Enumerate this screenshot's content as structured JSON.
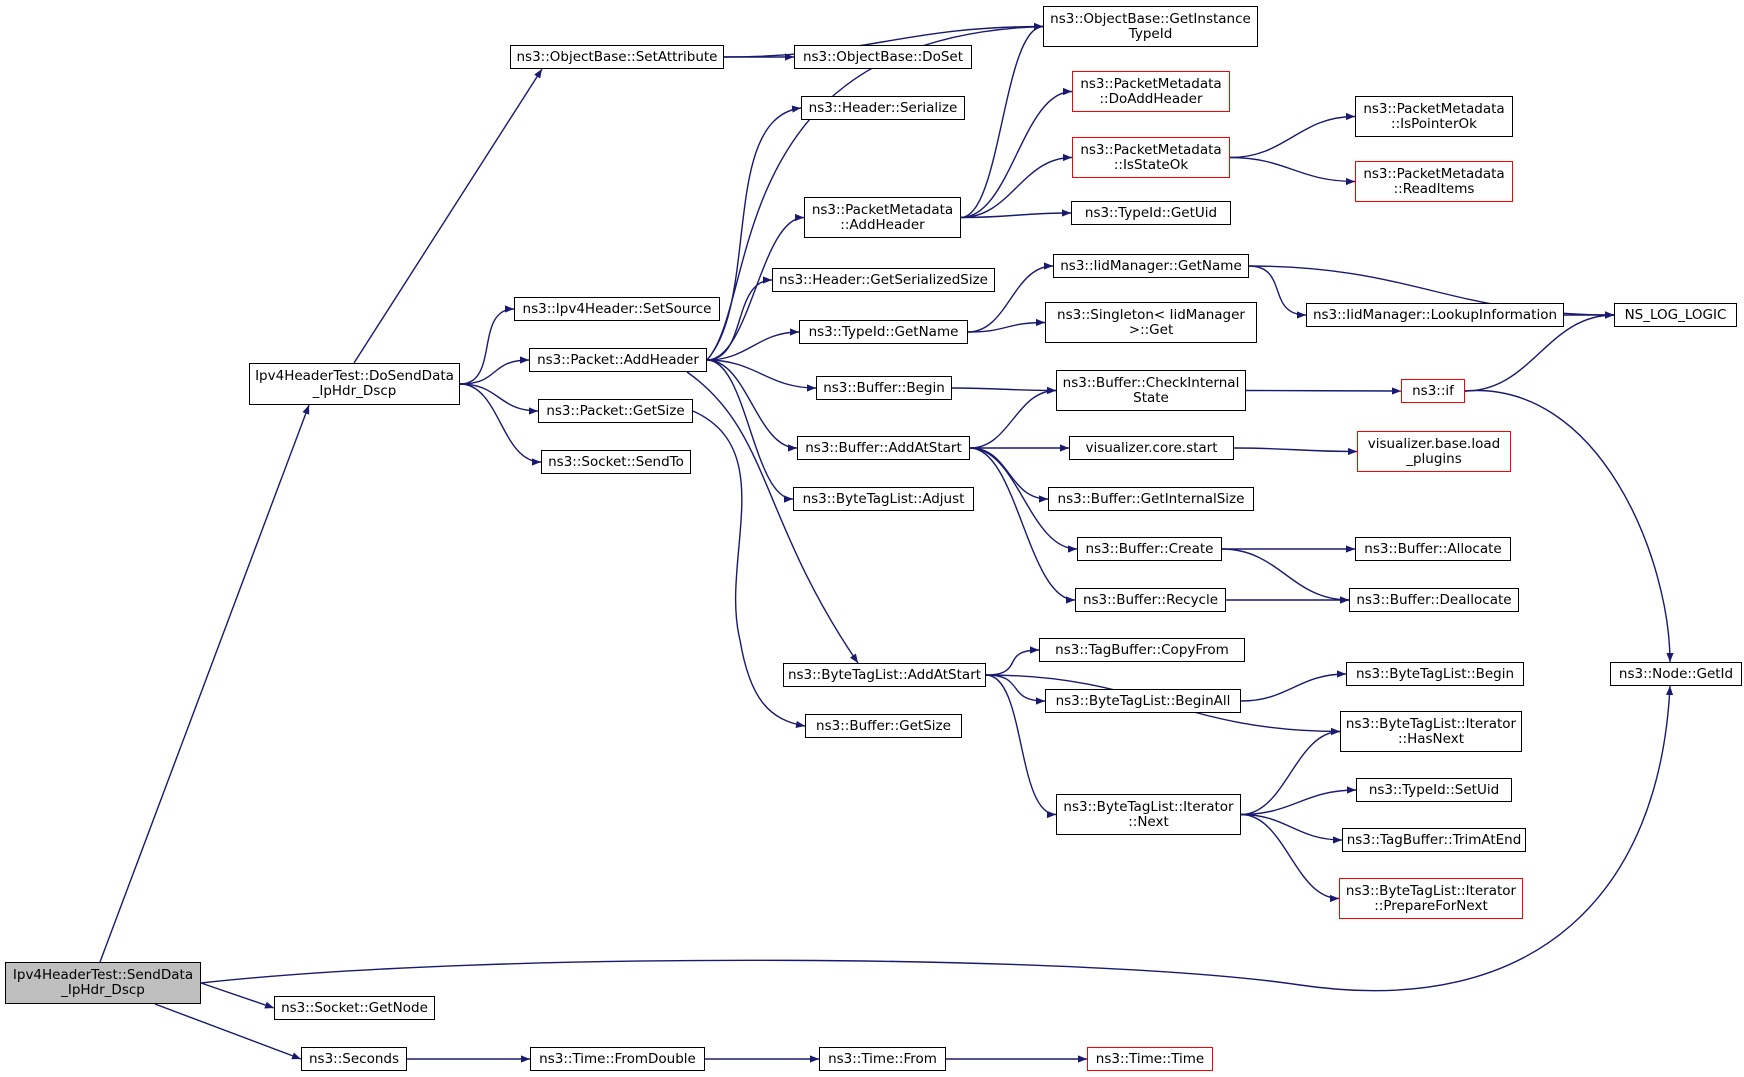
{
  "colors": {
    "edge": "#191970",
    "truncated_border": "#ff0000",
    "normal_border": "#000000",
    "root_fill": "#bfbfbf"
  },
  "nodes": {
    "root": "Ipv4HeaderTest::SendData\n_IpHdr_Dscp",
    "dosend": "Ipv4HeaderTest::DoSendData\n_IpHdr_Dscp",
    "setattr": "ns3::ObjectBase::SetAttribute",
    "getinst": "ns3::ObjectBase::GetInstance\nTypeId",
    "doset": "ns3::ObjectBase::DoSet",
    "setsource": "ns3::Ipv4Header::SetSource",
    "addheader": "ns3::Packet::AddHeader",
    "pgetsize": "ns3::Packet::GetSize",
    "sendto": "ns3::Socket::SendTo",
    "hserialize": "ns3::Header::Serialize",
    "pmaddheader": "ns3::PacketMetadata\n::AddHeader",
    "hgetser": "ns3::Header::GetSerializedSize",
    "tidgetname": "ns3::TypeId::GetName",
    "bufbegin": "ns3::Buffer::Begin",
    "bufaddatstart": "ns3::Buffer::AddAtStart",
    "btladjust": "ns3::ByteTagList::Adjust",
    "btladdatstart": "ns3::ByteTagList::AddAtStart",
    "bufgetsize": "ns3::Buffer::GetSize",
    "pmdoadd": "ns3::PacketMetadata\n::DoAddHeader",
    "pmisstate": "ns3::PacketMetadata\n::IsStateOk",
    "tidgetuid": "ns3::TypeId::GetUid",
    "pmisptr": "ns3::PacketMetadata\n::IsPointerOk",
    "pmread": "ns3::PacketMetadata\n::ReadItems",
    "iidgetname": "ns3::IidManager::GetName",
    "singleton": "ns3::Singleton< IidManager\n>::Get",
    "lookup": "ns3::IidManager::LookupInformation",
    "nslog": "NS_LOG_LOGIC",
    "bufcheck": "ns3::Buffer::CheckInternal\nState",
    "nsif": "ns3::if",
    "vizstart": "visualizer.core.start",
    "vizload": "visualizer.base.load\n_plugins",
    "bufgetint": "ns3::Buffer::GetInternalSize",
    "bufcreate": "ns3::Buffer::Create",
    "bufalloc": "ns3::Buffer::Allocate",
    "bufrecycle": "ns3::Buffer::Recycle",
    "bufdealloc": "ns3::Buffer::Deallocate",
    "tbcopy": "ns3::TagBuffer::CopyFrom",
    "btlbeginall": "ns3::ByteTagList::BeginAll",
    "btlbegin": "ns3::ByteTagList::Begin",
    "itnext": "ns3::ByteTagList::Iterator\n::Next",
    "ithasnext": "ns3::ByteTagList::Iterator\n::HasNext",
    "tidsetuid": "ns3::TypeId::SetUid",
    "tbtrim": "ns3::TagBuffer::TrimAtEnd",
    "itprep": "ns3::ByteTagList::Iterator\n::PrepareForNext",
    "nodegetid": "ns3::Node::GetId",
    "sockgetnode": "ns3::Socket::GetNode",
    "seconds": "ns3::Seconds",
    "fromdouble": "ns3::Time::FromDouble",
    "timefrom": "ns3::Time::From",
    "timetime": "ns3::Time::Time"
  },
  "truncated": [
    "pmdoadd",
    "pmisstate",
    "pmread",
    "nsif",
    "vizload",
    "itprep",
    "timetime"
  ],
  "edges": [
    [
      "root",
      "dosend"
    ],
    [
      "root",
      "nodegetid"
    ],
    [
      "root",
      "sockgetnode"
    ],
    [
      "root",
      "seconds"
    ],
    [
      "dosend",
      "setattr"
    ],
    [
      "dosend",
      "setsource"
    ],
    [
      "dosend",
      "addheader"
    ],
    [
      "dosend",
      "pgetsize"
    ],
    [
      "dosend",
      "sendto"
    ],
    [
      "setattr",
      "getinst"
    ],
    [
      "setattr",
      "doset"
    ],
    [
      "addheader",
      "hserialize"
    ],
    [
      "addheader",
      "getinst"
    ],
    [
      "addheader",
      "pmaddheader"
    ],
    [
      "addheader",
      "hgetser"
    ],
    [
      "addheader",
      "tidgetname"
    ],
    [
      "addheader",
      "bufbegin"
    ],
    [
      "addheader",
      "bufaddatstart"
    ],
    [
      "addheader",
      "btladjust"
    ],
    [
      "addheader",
      "btladdatstart"
    ],
    [
      "pgetsize",
      "bufgetsize"
    ],
    [
      "pmaddheader",
      "getinst"
    ],
    [
      "pmaddheader",
      "pmdoadd"
    ],
    [
      "pmaddheader",
      "pmisstate"
    ],
    [
      "pmaddheader",
      "tidgetuid"
    ],
    [
      "pmisstate",
      "pmisptr"
    ],
    [
      "pmisstate",
      "pmread"
    ],
    [
      "tidgetname",
      "iidgetname"
    ],
    [
      "tidgetname",
      "singleton"
    ],
    [
      "iidgetname",
      "lookup"
    ],
    [
      "iidgetname",
      "nslog"
    ],
    [
      "lookup",
      "nslog"
    ],
    [
      "bufbegin",
      "bufcheck"
    ],
    [
      "bufcheck",
      "nsif"
    ],
    [
      "nsif",
      "nslog"
    ],
    [
      "nsif",
      "nodegetid"
    ],
    [
      "bufaddatstart",
      "bufcheck"
    ],
    [
      "bufaddatstart",
      "vizstart"
    ],
    [
      "bufaddatstart",
      "bufgetint"
    ],
    [
      "bufaddatstart",
      "bufcreate"
    ],
    [
      "bufaddatstart",
      "bufrecycle"
    ],
    [
      "vizstart",
      "vizload"
    ],
    [
      "bufcreate",
      "bufalloc"
    ],
    [
      "bufcreate",
      "bufdealloc"
    ],
    [
      "bufrecycle",
      "bufdealloc"
    ],
    [
      "btladdatstart",
      "tbcopy"
    ],
    [
      "btladdatstart",
      "btlbeginall"
    ],
    [
      "btladdatstart",
      "ithasnext"
    ],
    [
      "btladdatstart",
      "itnext"
    ],
    [
      "btlbeginall",
      "btlbegin"
    ],
    [
      "itnext",
      "ithasnext"
    ],
    [
      "itnext",
      "tidsetuid"
    ],
    [
      "itnext",
      "tbtrim"
    ],
    [
      "itnext",
      "itprep"
    ],
    [
      "seconds",
      "fromdouble"
    ],
    [
      "fromdouble",
      "timefrom"
    ],
    [
      "timefrom",
      "timetime"
    ]
  ]
}
